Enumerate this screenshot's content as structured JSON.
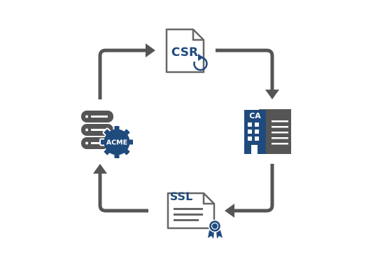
{
  "cycle": {
    "csr_label": "CSR",
    "ca_label": "CA",
    "ssl_label": "SSL",
    "acme_label": "ACME"
  },
  "icons": {
    "csr": "csr-document-refresh-icon",
    "ca": "certificate-authority-building-icon",
    "ssl": "ssl-certificate-icon",
    "acme": "acme-server-gear-icon"
  },
  "colors": {
    "navy": "#1f4a7c",
    "gray": "#555555",
    "white": "#ffffff"
  }
}
